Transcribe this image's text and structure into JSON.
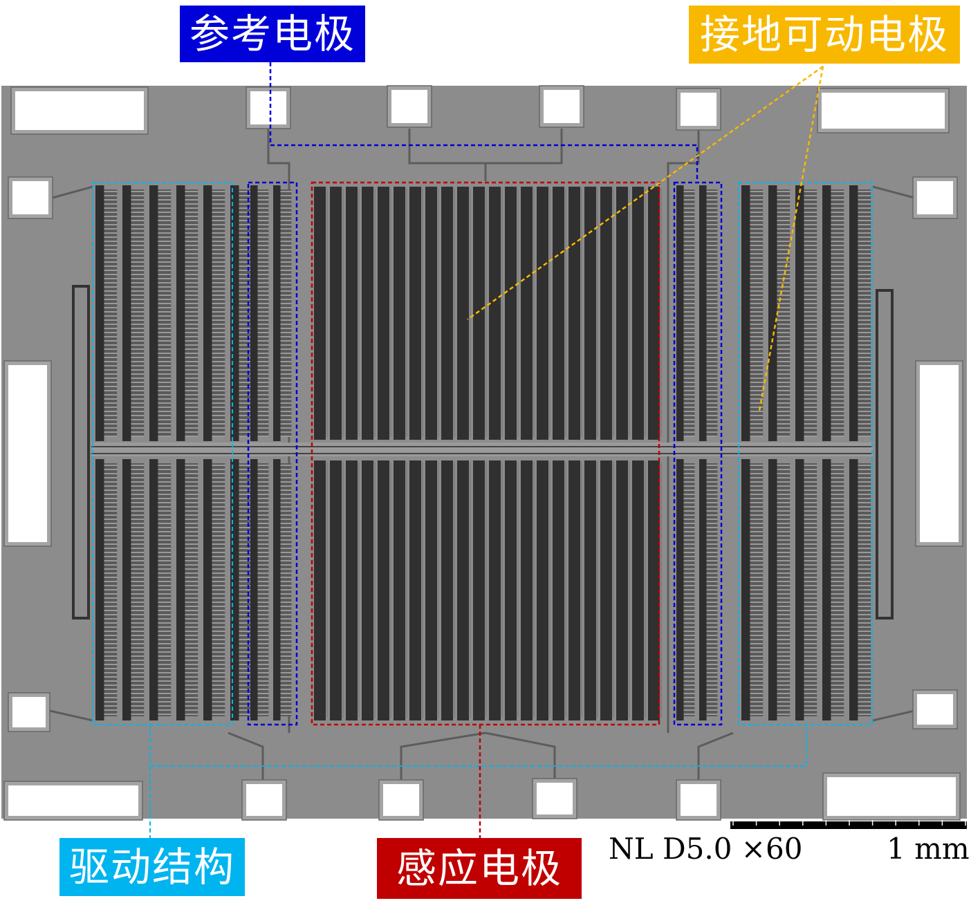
{
  "labels": {
    "reference_electrode": "参考电极",
    "grounded_movable_electrode": "接地可动电极",
    "drive_structure": "驱动结构",
    "sense_electrode": "感应电极"
  },
  "scale_bar": {
    "info": "NL  D5.0 ×60",
    "length_label": "1 mm"
  },
  "colors": {
    "reference": "#0000d8",
    "grounded": "#f8b800",
    "drive": "#00b4f0",
    "sense": "#c00000",
    "substrate": "#8c8c8c",
    "comb_dark": "#303030"
  }
}
